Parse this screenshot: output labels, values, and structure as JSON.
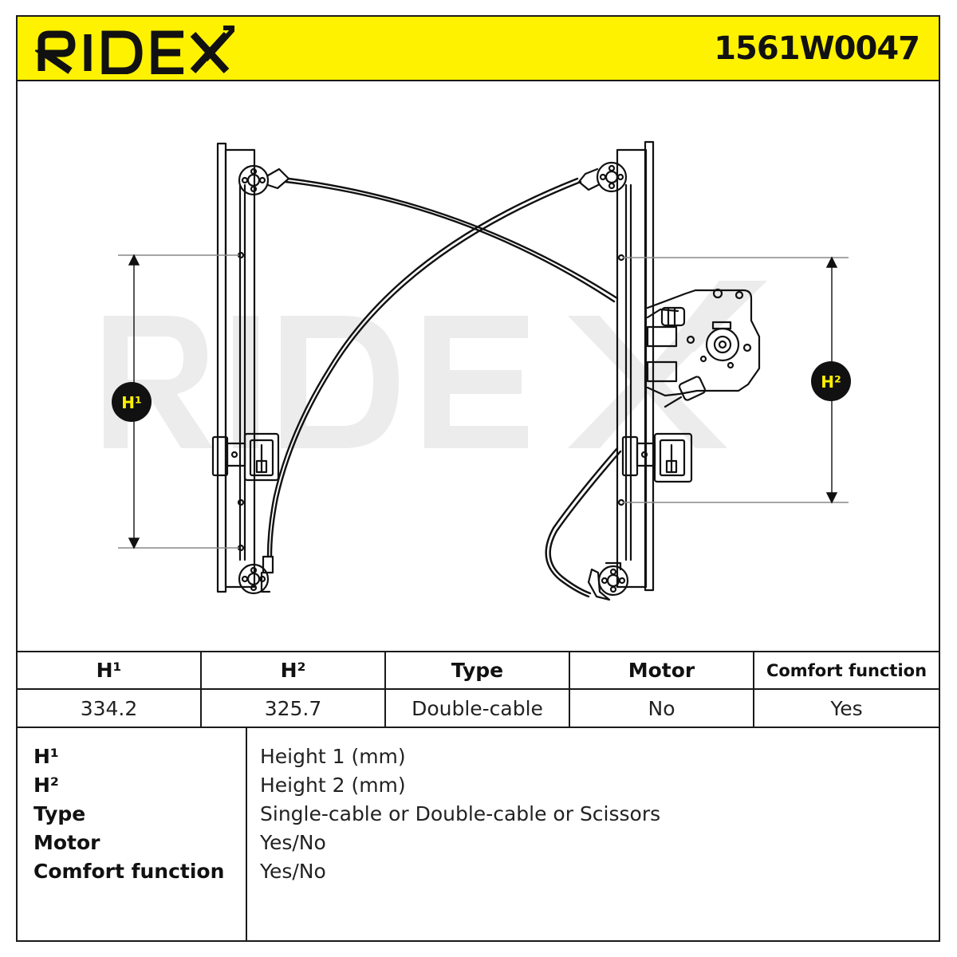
{
  "brand": {
    "name": "RIDEX",
    "part_number": "1561W0047",
    "accent_color": "#fff200",
    "watermark_color": "#ececec"
  },
  "diagram": {
    "subject": "window-regulator",
    "badges": {
      "h1": "H¹",
      "h2": "H²"
    }
  },
  "spec_table": {
    "headers": [
      "H¹",
      "H²",
      "Type",
      "Motor",
      "Comfort function"
    ],
    "values": [
      "334.2",
      "325.7",
      "Double-cable",
      "No",
      "Yes"
    ]
  },
  "legend": {
    "items": [
      {
        "key": "H¹",
        "value": "Height 1 (mm)"
      },
      {
        "key": "H²",
        "value": "Height 2 (mm)"
      },
      {
        "key": "Type",
        "value": "Single-cable or Double-cable or Scissors"
      },
      {
        "key": "Motor",
        "value": "Yes/No"
      },
      {
        "key": "Comfort function",
        "value": "Yes/No"
      }
    ]
  }
}
